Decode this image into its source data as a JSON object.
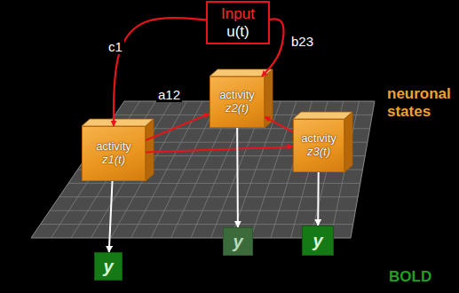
{
  "diagram": {
    "nodes": [
      {
        "text": [
          "Input",
          "u(t)"
        ]
      },
      {
        "text": [
          "activity",
          "z1(t)"
        ]
      },
      {
        "text": [
          "activity",
          "z2(t)"
        ]
      },
      {
        "text": [
          "activity",
          "z3(t)"
        ]
      },
      {
        "text": [
          "y"
        ]
      },
      {
        "text": [
          "y"
        ]
      },
      {
        "text": [
          "y"
        ]
      }
    ],
    "edges": [
      {
        "from": 0,
        "to": 1,
        "label": "c1",
        "arrow": "to"
      },
      {
        "from": 0,
        "to": 2,
        "label": "b23",
        "arrow": "to"
      },
      {
        "from": 1,
        "to": 2,
        "label": "a12",
        "arrow": "to"
      },
      {
        "from": 1,
        "to": 3,
        "arrow": "to"
      },
      {
        "from": 3,
        "to": 2,
        "arrow": "to"
      },
      {
        "from": 1,
        "to": 4,
        "arrow": "to"
      },
      {
        "from": 2,
        "to": 5,
        "arrow": "to"
      },
      {
        "from": 3,
        "to": 6,
        "arrow": "to"
      }
    ],
    "labels": [
      "neuronal states",
      "BOLD"
    ]
  }
}
